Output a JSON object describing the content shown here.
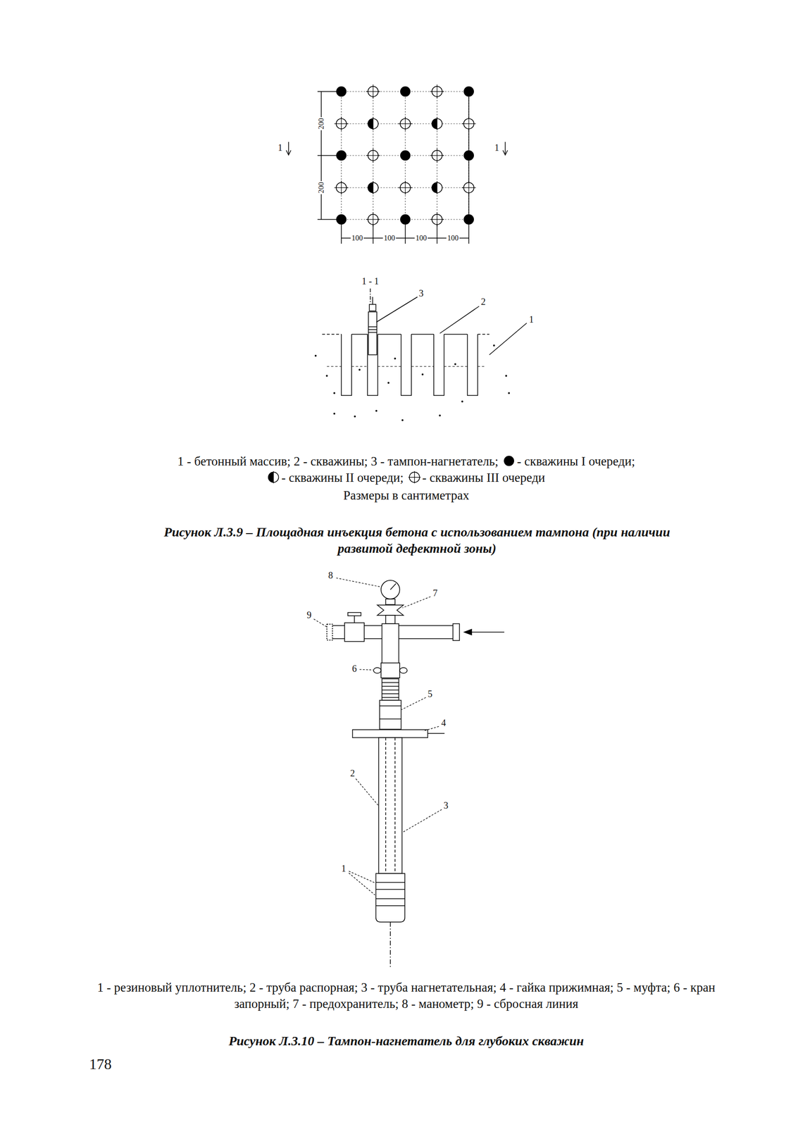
{
  "diagram": {
    "labels": [
      "200",
      "200",
      "100",
      "100",
      "100",
      "100",
      "1",
      "1",
      "1 - 1",
      "3",
      "2",
      "1",
      "1 - бетонный массив; 2 - скважины; 3 - тампон-нагнетатель;",
      "Размеры в сантиметрах",
      "Рисунок Л.3.9 – Площадная инъекция бетона с использованием тампона (при наличии развитой дефектной зоны)",
      "8",
      "7",
      "9",
      "6",
      "5",
      "4",
      "2",
      "3",
      "1",
      "1 - резиновый уплотнитель; 2 - труба распорная; 3 - труба нагнетательная; 4 - гайка прижимная; 5 - муфта; 6 - кран запорный; 7 - предохранитель; 8 - манометр; 9 - сбросная линия",
      "Рисунок Л.3.10 – Тампон-нагнетатель для глубоких скважин",
      "178"
    ],
    "legend": [
      {
        "text": "- скважины I очереди;"
      },
      {
        "text": "- скважины II очереди;"
      },
      {
        "text": "- скважины III очереди"
      }
    ]
  }
}
